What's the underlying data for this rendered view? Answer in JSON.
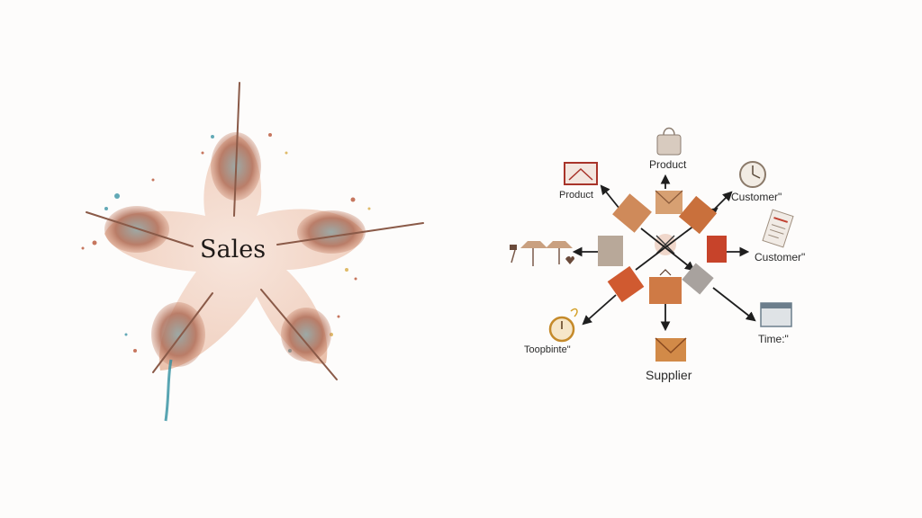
{
  "left_diagram": {
    "center_label": "Sales"
  },
  "right_diagram": {
    "labels": {
      "top": "Product",
      "upper_left": "Product",
      "upper_right": "Customer\"",
      "right": "Customer\"",
      "lower_right": "Time:\"",
      "bottom": "Supplier",
      "lower_left": "Toopbinte\""
    }
  },
  "colors": {
    "terracotta": "#c9683e",
    "rust": "#b5452b",
    "slate": "#7c8f90",
    "sand": "#d7b08a",
    "ink": "#2a2a2a"
  }
}
